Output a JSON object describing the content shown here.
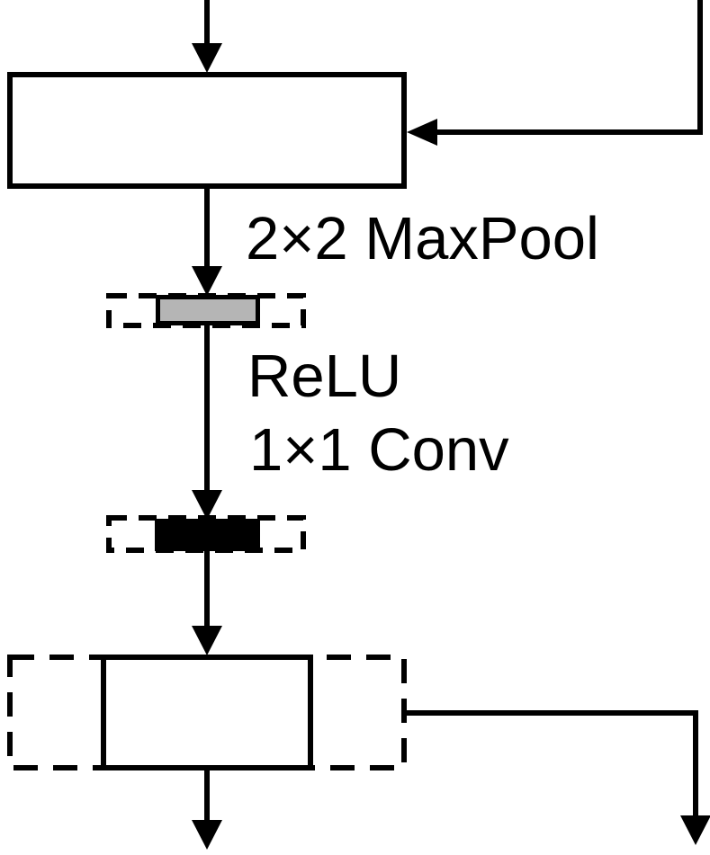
{
  "diagram": {
    "labels": {
      "maxpool": "2×2 MaxPool",
      "relu": "ReLU",
      "conv": "1×1 Conv"
    },
    "colors": {
      "line": "#000000",
      "pool_box_fill": "#b5b5b5",
      "conv_box_fill": "#000000",
      "feature_box_fill": "#ffffff",
      "background": "#ffffff"
    }
  }
}
